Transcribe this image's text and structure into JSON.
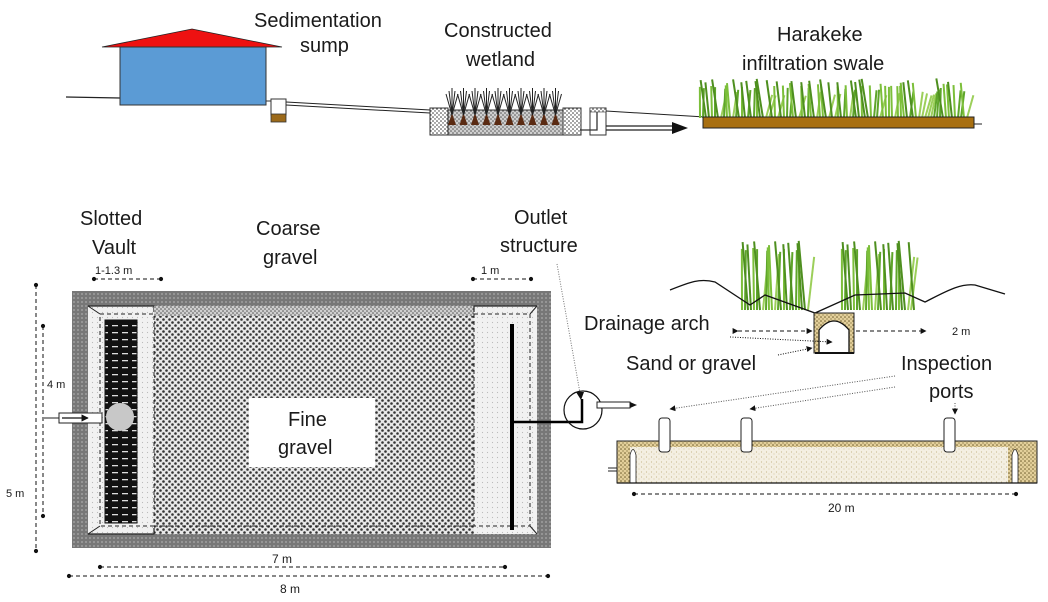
{
  "top_section": {
    "labels": {
      "sedimentation_sump": [
        "Sedimentation",
        "sump"
      ],
      "constructed_wetland": [
        "Constructed",
        "wetland"
      ],
      "harakeke_swale": [
        "Harakeke",
        "infiltration swale"
      ]
    },
    "colors": {
      "roof": "#ee1111",
      "house": "#5b9bd5",
      "sediment": "#9c6a1a",
      "swale_bed": "#a86f10",
      "grass": "#6aaa2a"
    }
  },
  "plan_view": {
    "labels": {
      "slotted_vault": [
        "Slotted",
        "Vault"
      ],
      "coarse_gravel": [
        "Coarse",
        "gravel"
      ],
      "outlet_structure": [
        "Outlet",
        "structure"
      ],
      "fine_gravel": [
        "Fine",
        "gravel"
      ]
    },
    "dimensions": {
      "vault_width": "1-1.3  m",
      "outlet_width": "1 m",
      "inner_height": "4 m",
      "outer_height": "5 m",
      "inner_length": "7  m",
      "outer_length": "8 m"
    }
  },
  "section_view": {
    "labels": {
      "drainage_arch": "Drainage arch",
      "sand_or_gravel": "Sand or gravel",
      "inspection_ports": [
        "Inspection",
        "ports"
      ]
    },
    "dimensions": {
      "arch_spread": "2 m",
      "trench_length": "20 m"
    }
  }
}
